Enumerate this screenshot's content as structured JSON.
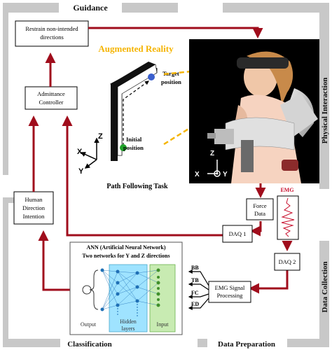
{
  "sections": {
    "guidance": "Guidance",
    "physical_interaction": "Physical Interaction",
    "data_collection": "Data Collection",
    "data_preparation": "Data Preparation",
    "classification": "Classification"
  },
  "boxes": {
    "restrain_line1": "Restrain non-intended",
    "restrain_line2": "directions",
    "admittance_line1": "Admittance",
    "admittance_line2": "Controller",
    "hdi_line1": "Human",
    "hdi_line2": "Direction",
    "hdi_line3": "Intention",
    "force_line1": "Force",
    "force_line2": "Data",
    "daq1": "DAQ 1",
    "daq2": "DAQ 2",
    "emg_proc_line1": "EMG Signal",
    "emg_proc_line2": "Processing"
  },
  "path_task": {
    "target_line1": "Target",
    "target_line2": "position",
    "initial_line1": "Initial",
    "initial_line2": "position",
    "caption": "Path Following Task",
    "axis_z": "Z",
    "axis_x": "X",
    "axis_y": "Y"
  },
  "augmented_reality": "Augmented Reality",
  "photo_axes": {
    "z": "Z",
    "x": "X",
    "y": "Y"
  },
  "emg_label": "EMG",
  "ann": {
    "title": "ANN (Artificial Neural Network)",
    "subtitle": "Two networks for Y and Z directions",
    "output": "Output",
    "hidden_line1": "Hidden",
    "hidden_line2": "layers",
    "input": "Input"
  },
  "channels": [
    "BB",
    "TB",
    "FC",
    "ED"
  ],
  "colors": {
    "arrow_red": "#a00d1c",
    "ar_yellow": "#f5b400",
    "hidden_blue": "#9fe3ff",
    "input_green": "#c8ebb2",
    "section_gray": "#c8c8c8"
  }
}
